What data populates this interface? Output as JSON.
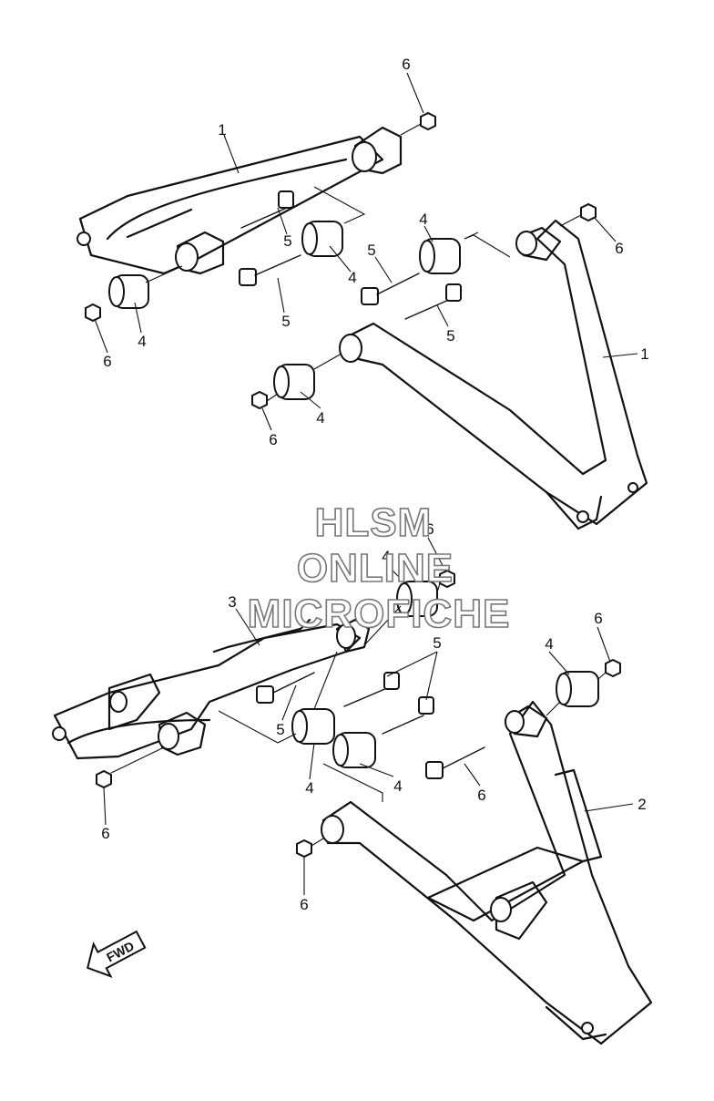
{
  "watermark": {
    "lines": [
      "HLSM",
      "ONLINE",
      "MICROFICHE"
    ]
  },
  "direction": {
    "label": "FWD"
  },
  "callouts": [
    "1",
    "1",
    "2",
    "3",
    "4",
    "4",
    "4",
    "4",
    "4",
    "4",
    "4",
    "4",
    "5",
    "5",
    "5",
    "5",
    "5",
    "5",
    "6",
    "6",
    "6",
    "6",
    "6",
    "6",
    "6",
    "6"
  ]
}
